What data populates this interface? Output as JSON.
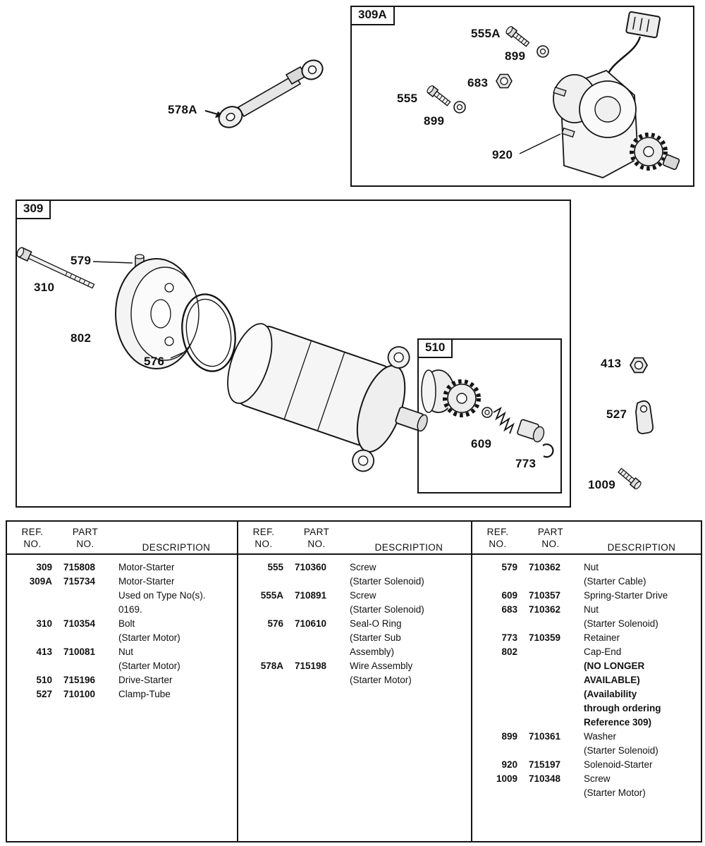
{
  "colors": {
    "ink": "#141414",
    "paper": "#ffffff"
  },
  "diagram": {
    "boxes": {
      "b309a": "309A",
      "b309": "309",
      "b510": "510"
    },
    "callouts": {
      "c578A": "578A",
      "c555A": "555A",
      "c899a": "899",
      "c683": "683",
      "c555": "555",
      "c899b": "899",
      "c920": "920",
      "c579": "579",
      "c310": "310",
      "c802": "802",
      "c576": "576",
      "c609": "609",
      "c773": "773",
      "c413": "413",
      "c527": "527",
      "c1009": "1009"
    }
  },
  "table": {
    "header": {
      "ref1": "REF.",
      "ref2": "NO.",
      "part1": "PART",
      "part2": "NO.",
      "desc": "DESCRIPTION"
    },
    "columns": [
      {
        "rows": [
          {
            "ref": "309",
            "part": "715808",
            "desc": [
              {
                "text": "Motor-Starter",
                "bold": false
              }
            ]
          },
          {
            "ref": "309A",
            "part": "715734",
            "desc": [
              {
                "text": "Motor-Starter",
                "bold": false
              },
              {
                "text": "Used on Type No(s).",
                "bold": false
              },
              {
                "text": "0169.",
                "bold": false
              }
            ]
          },
          {
            "ref": "310",
            "part": "710354",
            "desc": [
              {
                "text": "Bolt",
                "bold": false
              },
              {
                "text": "(Starter Motor)",
                "bold": false
              }
            ]
          },
          {
            "ref": "413",
            "part": "710081",
            "desc": [
              {
                "text": "Nut",
                "bold": false
              },
              {
                "text": "(Starter Motor)",
                "bold": false
              }
            ]
          },
          {
            "ref": "510",
            "part": "715196",
            "desc": [
              {
                "text": "Drive-Starter",
                "bold": false
              }
            ]
          },
          {
            "ref": "527",
            "part": "710100",
            "desc": [
              {
                "text": "Clamp-Tube",
                "bold": false
              }
            ]
          }
        ]
      },
      {
        "rows": [
          {
            "ref": "555",
            "part": "710360",
            "desc": [
              {
                "text": "Screw",
                "bold": false
              },
              {
                "text": "(Starter Solenoid)",
                "bold": false
              }
            ]
          },
          {
            "ref": "555A",
            "part": "710891",
            "desc": [
              {
                "text": "Screw",
                "bold": false
              },
              {
                "text": "(Starter Solenoid)",
                "bold": false
              }
            ]
          },
          {
            "ref": "576",
            "part": "710610",
            "desc": [
              {
                "text": "Seal-O Ring",
                "bold": false
              },
              {
                "text": "(Starter Sub",
                "bold": false
              },
              {
                "text": "Assembly)",
                "bold": false
              }
            ]
          },
          {
            "ref": "578A",
            "part": "715198",
            "desc": [
              {
                "text": "Wire Assembly",
                "bold": false
              },
              {
                "text": "(Starter Motor)",
                "bold": false
              }
            ]
          }
        ]
      },
      {
        "rows": [
          {
            "ref": "579",
            "part": "710362",
            "desc": [
              {
                "text": "Nut",
                "bold": false
              },
              {
                "text": "(Starter Cable)",
                "bold": false
              }
            ]
          },
          {
            "ref": "609",
            "part": "710357",
            "desc": [
              {
                "text": "Spring-Starter Drive",
                "bold": false
              }
            ]
          },
          {
            "ref": "683",
            "part": "710362",
            "desc": [
              {
                "text": "Nut",
                "bold": false
              },
              {
                "text": "(Starter Solenoid)",
                "bold": false
              }
            ]
          },
          {
            "ref": "773",
            "part": "710359",
            "desc": [
              {
                "text": "Retainer",
                "bold": false
              }
            ]
          },
          {
            "ref": "802",
            "part": "",
            "desc": [
              {
                "text": "Cap-End",
                "bold": false
              },
              {
                "text": "(NO LONGER",
                "bold": true
              },
              {
                "text": "AVAILABLE)",
                "bold": true
              },
              {
                "text": "(Availability",
                "bold": true
              },
              {
                "text": "through ordering",
                "bold": true
              },
              {
                "text": "Reference 309)",
                "bold": true
              }
            ]
          },
          {
            "ref": "899",
            "part": "710361",
            "desc": [
              {
                "text": "Washer",
                "bold": false
              },
              {
                "text": "(Starter Solenoid)",
                "bold": false
              }
            ]
          },
          {
            "ref": "920",
            "part": "715197",
            "desc": [
              {
                "text": "Solenoid-Starter",
                "bold": false
              }
            ]
          },
          {
            "ref": "1009",
            "part": "710348",
            "desc": [
              {
                "text": "Screw",
                "bold": false
              },
              {
                "text": "(Starter Motor)",
                "bold": false
              }
            ]
          }
        ]
      }
    ]
  }
}
